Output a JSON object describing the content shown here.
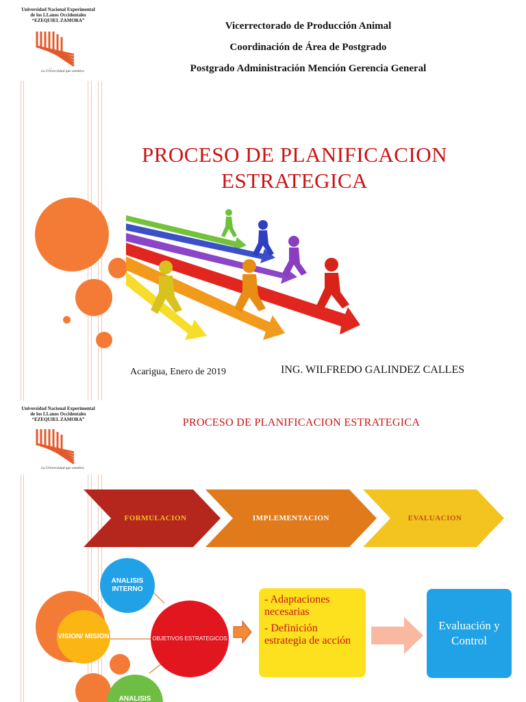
{
  "logo": {
    "line1": "Universidad Nacional Experimental",
    "line2": "de los LLanos Occidentales",
    "line3": "“EZEQUIEL ZAMORA”",
    "tagline": "La Universidad que siembra"
  },
  "slide1": {
    "header_line1": "Vicerrectorado de Producción Animal",
    "header_line2": "Coordinación de Área de Postgrado",
    "header_line3": "Postgrado Administración Mención Gerencia General",
    "title_line1": "PROCESO DE PLANIFICACION",
    "title_line2": "ESTRATEGICA",
    "place_date": "Acarigua, Enero de 2019",
    "author": "ING. WILFREDO GALINDEZ CALLES"
  },
  "slide2": {
    "title": "PROCESO DE PLANIFICACION ESTRATEGICA",
    "stages": [
      "FORMULACION",
      "IMPLEMENTACION",
      "EVALUACION"
    ],
    "circles": {
      "interno": "ANALISIS INTERNO",
      "vision": "VISION/ MISION",
      "objetivos": "OBJETIVOS ESTRATEGICOS",
      "externo": "ANALISIS"
    },
    "box_items": [
      "- Adaptaciones necesarias",
      "- Definición estrategia de acción"
    ],
    "control_box": "Evaluación y Control"
  },
  "colors": {
    "accent_orange": "#f47b36",
    "title_red": "#cc1111",
    "stage1": "#b5261c",
    "stage2": "#e07a1b",
    "stage3": "#f3c31f",
    "yellow_box": "#fde11f",
    "blue_box": "#21a2e6"
  }
}
